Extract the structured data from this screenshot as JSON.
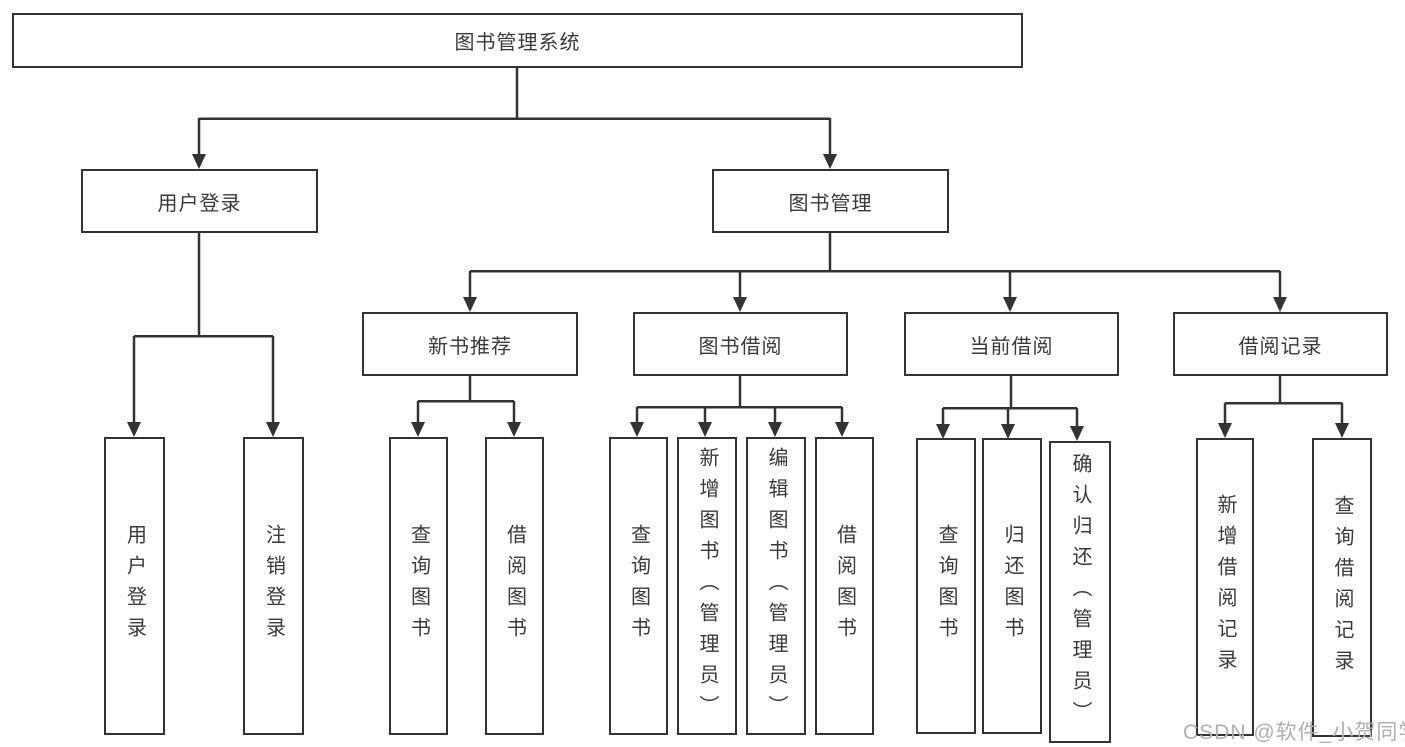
{
  "watermark": {
    "text": "CSDN @软件_小贺同学"
  },
  "colors": {
    "line": "#333333",
    "node_text": "#3a3a3a",
    "watermark_text": "#b0b0b0",
    "background": "#ffffff"
  },
  "tree": {
    "root": "图书管理系统",
    "branches": [
      {
        "label": "用户登录",
        "children": [
          "用户登录",
          "注销登录"
        ]
      },
      {
        "label": "图书管理",
        "sections": [
          {
            "label": "新书推荐",
            "children": [
              "查询图书",
              "借阅图书"
            ]
          },
          {
            "label": "图书借阅",
            "children": [
              "查询图书",
              "新增图书（管理员）",
              "编辑图书（管理员）",
              "借阅图书"
            ]
          },
          {
            "label": "当前借阅",
            "children": [
              "查询图书",
              "归还图书",
              "确认归还（管理员）"
            ]
          },
          {
            "label": "借阅记录",
            "children": [
              "新增借阅记录",
              "查询借阅记录"
            ]
          }
        ]
      }
    ]
  }
}
